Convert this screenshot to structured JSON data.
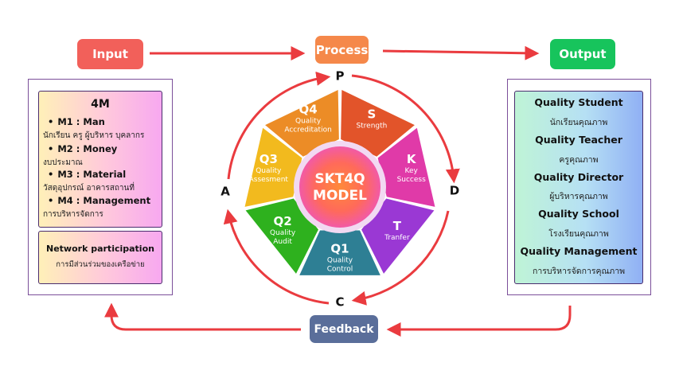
{
  "pills": {
    "input": "Input",
    "process": "Process",
    "output": "Output",
    "feedback": "Feedback"
  },
  "input_panel": {
    "title": "4M",
    "items": [
      {
        "label": "M1 : Man",
        "sub": "นักเรียน ครู ผู้บริหาร บุคลากร"
      },
      {
        "label": "M2 : Money",
        "sub": "งบประมาณ"
      },
      {
        "label": "M3 : Material",
        "sub": "วัสดุอุปกรณ์ อาคารสถานที่"
      },
      {
        "label": "M4 : Management",
        "sub": "การบริหารจัดการ"
      }
    ],
    "network": {
      "title": "Network participation",
      "sub": "การมีส่วนร่วมของเครือข่าย"
    }
  },
  "output_panel": {
    "items": [
      {
        "title": "Quality Student",
        "sub": "นักเรียนคุณภาพ"
      },
      {
        "title": "Quality Teacher",
        "sub": "ครูคุณภาพ"
      },
      {
        "title": "Quality Director",
        "sub": "ผู้บริหารคุณภาพ"
      },
      {
        "title": "Quality School",
        "sub": "โรงเรียนคุณภาพ"
      },
      {
        "title": "Quality Management",
        "sub": "การบริหารจัดการคุณภาพ"
      }
    ]
  },
  "wheel": {
    "center": {
      "line1": "SKT4Q",
      "line2": "MODEL"
    },
    "segments": [
      {
        "letter": "S",
        "label": [
          "Strength"
        ],
        "color": "#e2542a"
      },
      {
        "letter": "K",
        "label": [
          "Key",
          "Success"
        ],
        "color": "#e03aa8"
      },
      {
        "letter": "T",
        "label": [
          "Tranfer"
        ],
        "color": "#9a38d4"
      },
      {
        "letter": "Q1",
        "label": [
          "Quality",
          "Control"
        ],
        "color": "#2e7f94"
      },
      {
        "letter": "Q2",
        "label": [
          "Quality",
          "Audit"
        ],
        "color": "#2eb11e"
      },
      {
        "letter": "Q3",
        "label": [
          "Quality",
          "Assesment"
        ],
        "color": "#f2ba1e"
      },
      {
        "letter": "Q4",
        "label": [
          "Quality",
          "Accreditation"
        ],
        "color": "#ec8c26"
      }
    ],
    "cycle": {
      "p": "P",
      "d": "D",
      "c": "C",
      "a": "A"
    }
  },
  "colors": {
    "arrow": "#ea3b3f",
    "panel_border": "#7b4f9a"
  }
}
